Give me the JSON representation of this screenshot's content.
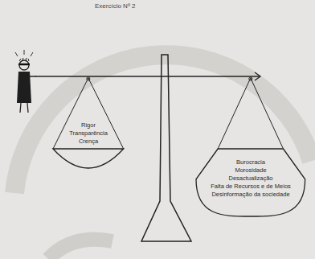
{
  "diagram": {
    "title": "Exercício Nº 2",
    "nodes": [
      {
        "text": [
          "Rigor",
          "Transparência",
          "Crença"
        ]
      },
      {
        "text": [
          "Burocracia",
          "Morosidade",
          "Desactualização",
          "Falta de Recursos e de Meios",
          "Desinformação da sociedade"
        ]
      }
    ]
  }
}
